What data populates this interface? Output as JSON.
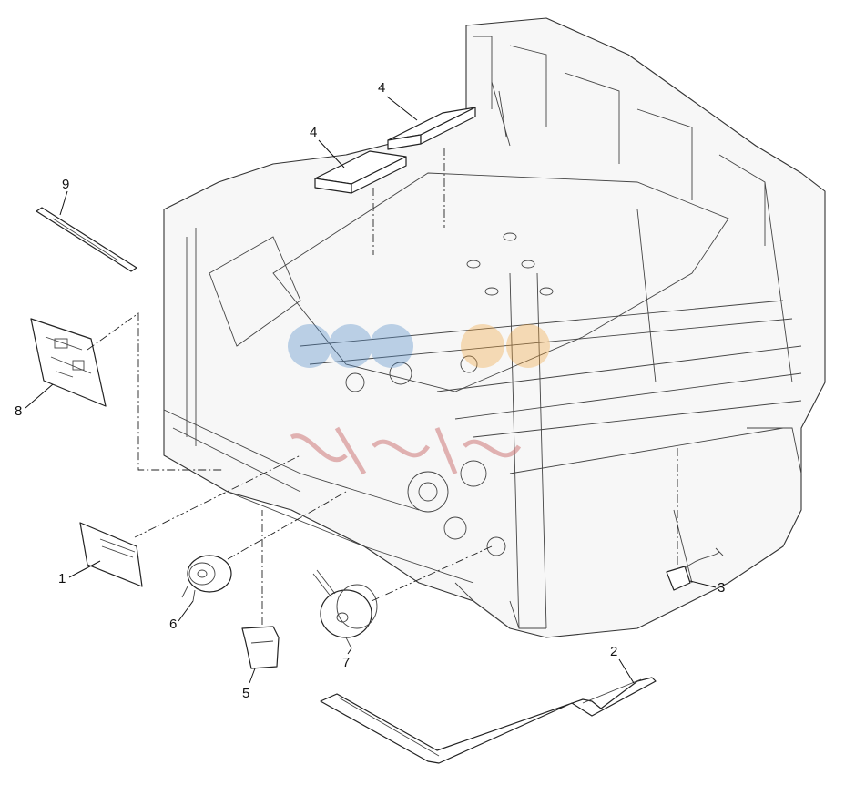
{
  "diagram": {
    "callouts": [
      {
        "id": "c1",
        "label": "1"
      },
      {
        "id": "c2",
        "label": "2"
      },
      {
        "id": "c3",
        "label": "3"
      },
      {
        "id": "c4a",
        "label": "4"
      },
      {
        "id": "c4b",
        "label": "4"
      },
      {
        "id": "c5",
        "label": "5"
      },
      {
        "id": "c6",
        "label": "6"
      },
      {
        "id": "c7",
        "label": "7"
      },
      {
        "id": "c8",
        "label": "8"
      },
      {
        "id": "c9",
        "label": "9"
      }
    ],
    "watermark_colors": [
      "#4a86c5",
      "#f1a33b",
      "#c96b6b"
    ]
  }
}
